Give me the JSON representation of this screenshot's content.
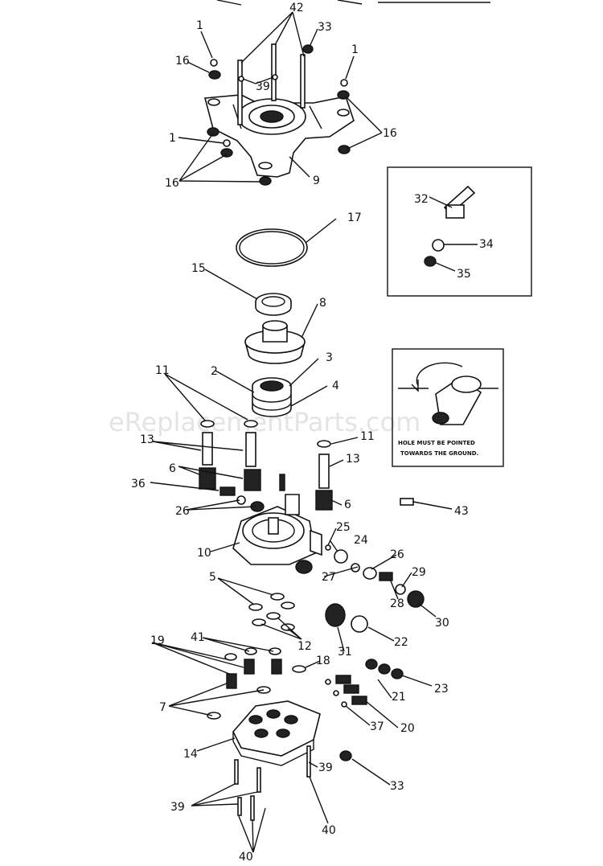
{
  "watermark": "eReplacementParts.com",
  "inset_note": {
    "line1": "HOLE MUST BE POINTED",
    "line2": "TOWARDS THE GROUND."
  },
  "callouts": {
    "c42": "42",
    "c33a": "33",
    "c1a": "1",
    "c16a": "16",
    "c39a": "39",
    "c1b": "1",
    "c16b": "16",
    "c1c": "1",
    "c16c": "16",
    "c9": "9",
    "c17": "17",
    "c32": "32",
    "c34": "34",
    "c35": "35",
    "c15": "15",
    "c8": "8",
    "c11a": "11",
    "c2": "2",
    "c3": "3",
    "c4": "4",
    "c13a": "13",
    "c11b": "11",
    "c13b": "13",
    "c6a": "6",
    "c36": "36",
    "c26a": "26",
    "c6b": "6",
    "c43": "43",
    "c10": "10",
    "c25": "25",
    "c24": "24",
    "c26b": "26",
    "c5": "5",
    "c27": "27",
    "c29": "29",
    "c28": "28",
    "c30": "30",
    "c12": "12",
    "c31": "31",
    "c22": "22",
    "c19": "19",
    "c41": "41",
    "c18": "18",
    "c23": "23",
    "c7": "7",
    "c21": "21",
    "c37": "37",
    "c20": "20",
    "c14": "14",
    "c39b": "39",
    "c33b": "33",
    "c39c": "39",
    "c40a": "40",
    "c40b": "40"
  }
}
